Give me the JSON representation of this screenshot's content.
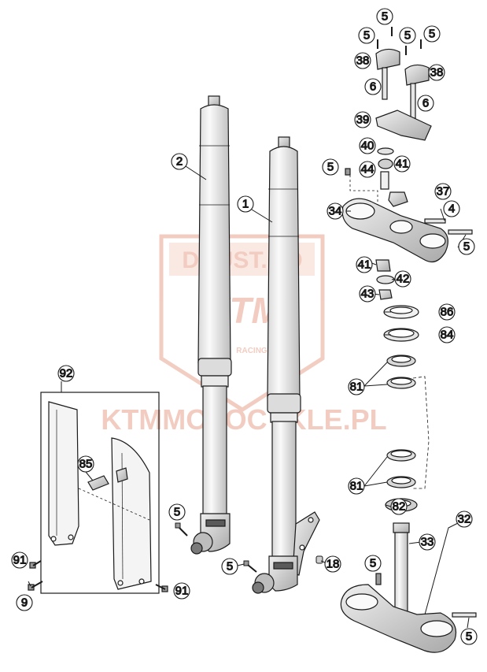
{
  "watermark": {
    "badge_text": "DUUST.CO",
    "brand": "KTM",
    "racing": "RACING",
    "site": "KTMMOTOCYKLE.PL"
  },
  "callouts": {
    "c1": "1",
    "c2": "2",
    "c4": "4",
    "c5a": "5",
    "c5b": "5",
    "c5c": "5",
    "c5d": "5",
    "c5e": "5",
    "c5f": "5",
    "c5g": "5",
    "c5h": "5",
    "c5i": "5",
    "c5j": "5",
    "c6a": "6",
    "c6b": "6",
    "c9": "9",
    "c18": "18",
    "c32": "32",
    "c33": "33",
    "c34": "34",
    "c37": "37",
    "c38a": "38",
    "c38b": "38",
    "c39": "39",
    "c40": "40",
    "c41a": "41",
    "c41b": "41",
    "c42": "42",
    "c43": "43",
    "c44": "44",
    "c81a": "81",
    "c81b": "81",
    "c82": "82",
    "c84": "84",
    "c85": "85",
    "c86": "86",
    "c91a": "91",
    "c91b": "91",
    "c92": "92"
  },
  "colors": {
    "line": "#1a1a1a",
    "part_fill": "#f2f2f2",
    "part_shade": "#cfcfcf",
    "watermark": "#e8a48f"
  }
}
